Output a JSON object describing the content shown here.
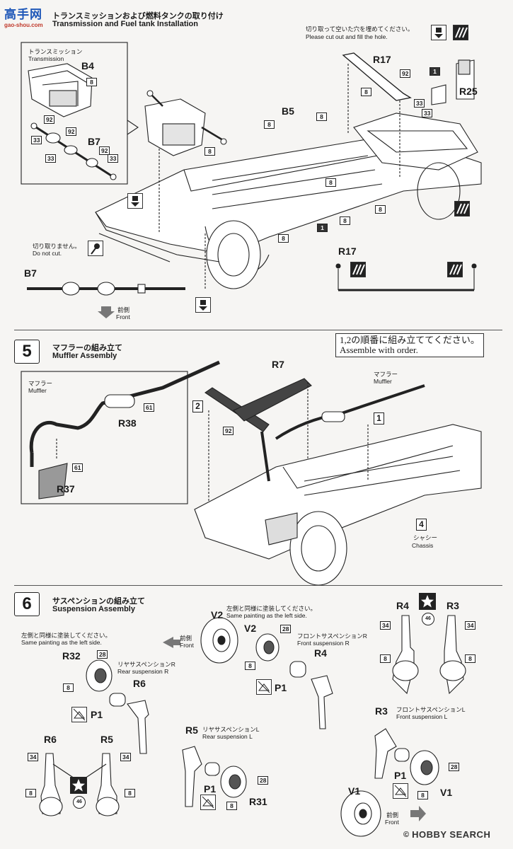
{
  "watermark": {
    "brand": "高手网",
    "url": "gao-shou.com"
  },
  "step4": {
    "title_jp": "トランスミッションおよび燃料タンクの取り付け",
    "title_en": "Transmission and Fuel tank Installation",
    "inset_jp": "トランスミッション",
    "inset_en": "Transmission",
    "cut_fill_jp": "切り取って空いた穴を埋めてください。",
    "cut_fill_en": "Please cut out and fill the hole.",
    "no_cut_jp": "切り取りません。",
    "no_cut_en": "Do not cut.",
    "front_jp": "前側",
    "front_en": "Front",
    "parts": {
      "b4": "B4",
      "b7": "B7",
      "b7b": "B7",
      "b5": "B5",
      "r17": "R17",
      "r17b": "R17",
      "r25": "R25"
    },
    "nums": {
      "n8": "8",
      "n92": "92",
      "n33": "33",
      "n1": "1"
    }
  },
  "step5": {
    "number": "5",
    "title_jp": "マフラーの組み立て",
    "title_en": "Muffler Assembly",
    "note_jp": "1,2の順番に組み立ててください。",
    "note_en": "Assemble with order.",
    "muffler_jp": "マフラー",
    "muffler_en": "Muffler",
    "chassis_jp": "シャシー",
    "chassis_en": "Chassis",
    "parts": {
      "r7": "R7",
      "r38": "R38",
      "r37": "R37"
    },
    "nums": {
      "n61": "61",
      "n92": "92",
      "n4": "4",
      "order1": "1",
      "order2": "2"
    }
  },
  "step6": {
    "number": "6",
    "title_jp": "サスペンションの組み立て",
    "title_en": "Suspension Assembly",
    "same_jp": "左側と同様に塗装してください。",
    "same_en": "Same painting as the left side.",
    "front_jp": "前側",
    "front_en": "Front",
    "front_susp_r_jp": "フロントサスペンションR",
    "front_susp_r_en": "Front suspension R",
    "rear_susp_r_jp": "リヤサスペンションR",
    "rear_susp_r_en": "Rear suspension R",
    "front_susp_l_jp": "フロントサスペンションL",
    "front_susp_l_en": "Front suspension L",
    "rear_susp_l_jp": "リヤサスペンションL",
    "rear_susp_l_en": "Rear suspension L",
    "parts": {
      "v2": "V2",
      "v2b": "V2",
      "v1": "V1",
      "v1b": "V1",
      "r4": "R4",
      "r4b": "R4",
      "r3": "R3",
      "r3b": "R3",
      "r32": "R32",
      "r6": "R6",
      "r6b": "R6",
      "r5": "R5",
      "r5b": "R5",
      "r31": "R31",
      "p1": "P1"
    },
    "nums": {
      "n28": "28",
      "n34": "34",
      "n8": "8",
      "n46": "46"
    }
  },
  "footer": {
    "logo_text": "HOBBY SEARCH",
    "copyright": "©"
  },
  "colors": {
    "ink": "#1a1a1a",
    "paper": "#f6f5f3",
    "part_fill": "#ffffff",
    "dark_part": "#3a3a3a"
  }
}
